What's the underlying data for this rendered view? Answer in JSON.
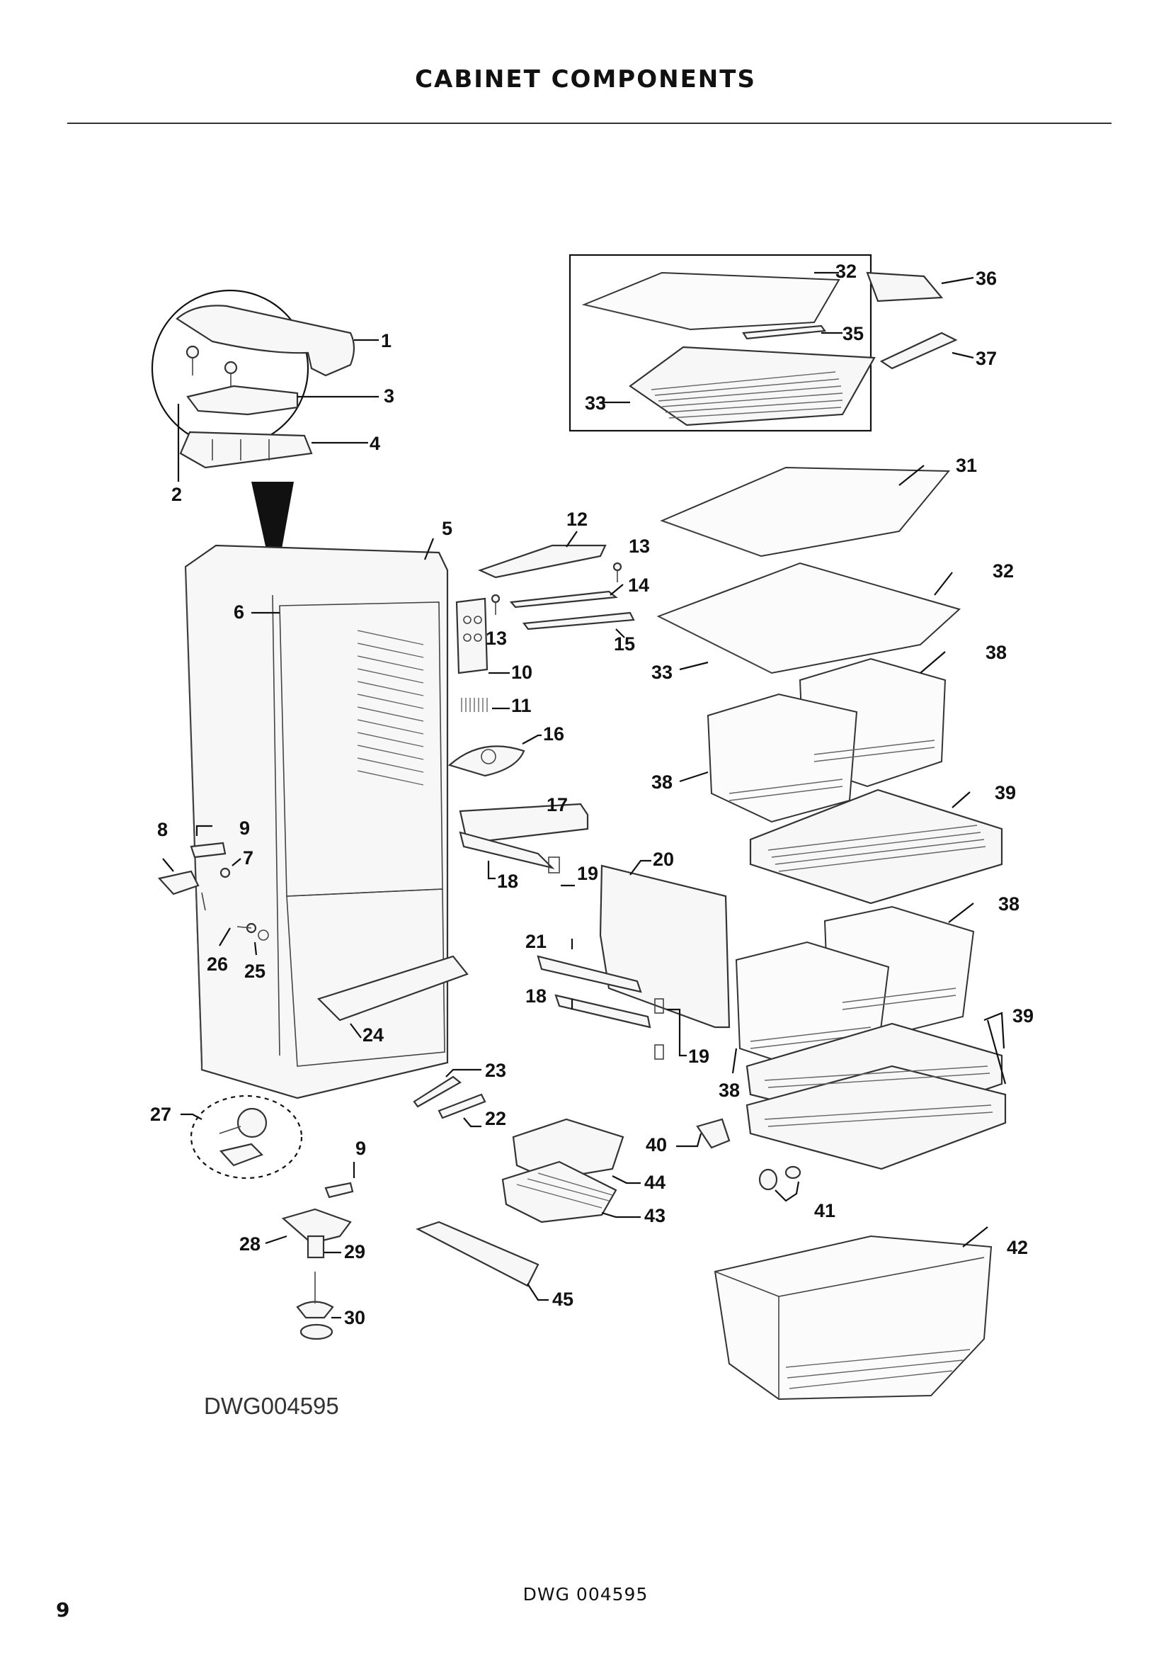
{
  "header": {
    "title": "CABINET COMPONENTS"
  },
  "diagram": {
    "drawing_number": "DWG004595",
    "callouts": [
      "1",
      "2",
      "3",
      "4",
      "5",
      "6",
      "7",
      "8",
      "9",
      "9",
      "10",
      "11",
      "12",
      "13",
      "13",
      "14",
      "15",
      "16",
      "17",
      "18",
      "18",
      "19",
      "19",
      "20",
      "21",
      "22",
      "23",
      "24",
      "25",
      "26",
      "27",
      "28",
      "29",
      "30",
      "31",
      "32",
      "32",
      "33",
      "33",
      "35",
      "36",
      "37",
      "38",
      "38",
      "38",
      "38",
      "39",
      "39",
      "40",
      "41",
      "42",
      "43",
      "44",
      "45"
    ]
  },
  "footer": {
    "drawing_code": "DWG 004595",
    "page_number": "9"
  }
}
